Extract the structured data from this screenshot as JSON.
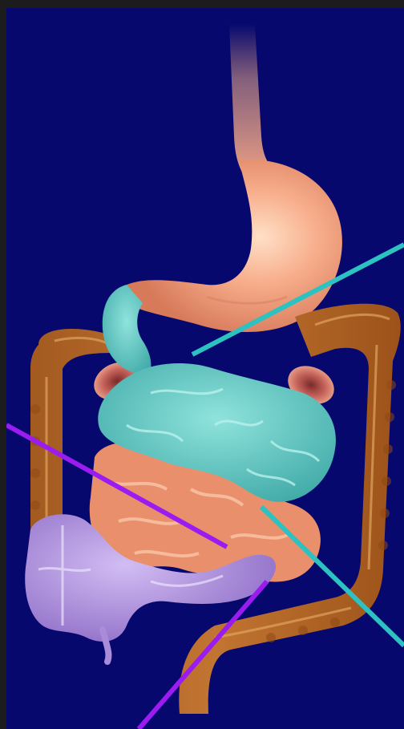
{
  "image": {
    "subject": "digestive-tract-illustration",
    "background_color": "#06086e",
    "frame_color": "#1c1c1c",
    "organs": [
      {
        "name": "esophagus",
        "color": "#e7a07f"
      },
      {
        "name": "stomach",
        "color": "#f3a383"
      },
      {
        "name": "duodenum",
        "color": "#6ad0cb"
      },
      {
        "name": "jejunum",
        "color": "#5fc8c2"
      },
      {
        "name": "ileum",
        "color": "#ea8f6c"
      },
      {
        "name": "large-intestine",
        "color": "#b8692a"
      },
      {
        "name": "cecum-appendix",
        "color": "#b89ae0"
      }
    ],
    "pointer_lines": [
      {
        "name": "teal-pointer-upper",
        "color": "#2cc2c2"
      },
      {
        "name": "teal-pointer-lower",
        "color": "#2cc2c2"
      },
      {
        "name": "purple-pointer-left",
        "color": "#9a1cf0"
      },
      {
        "name": "purple-pointer-lower",
        "color": "#9a1cf0"
      }
    ]
  }
}
